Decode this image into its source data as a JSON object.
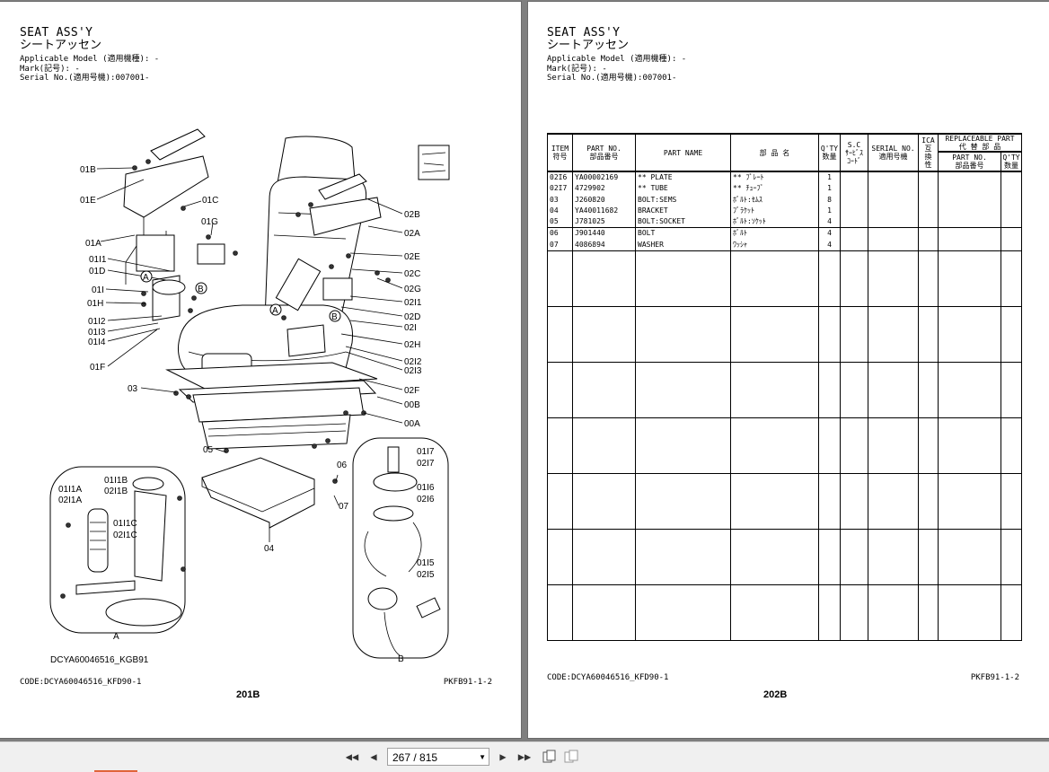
{
  "left_page": {
    "title_en": "SEAT ASS'Y",
    "title_jp": "シートアッセン",
    "model_line": "Applicable Model (適用機種): -",
    "mark_line": "Mark(記号): -",
    "serial_line": "Serial No.(適用号機):007001-",
    "drawing_code": "DCYA60046516_KGB91",
    "code": "CODE:DCYA60046516_KFD90-1",
    "pk_code": "PKFB91-1-2",
    "page_number": "201B",
    "callouts": [
      "01B",
      "01E",
      "01C",
      "01G",
      "01A",
      "01I1",
      "01D",
      "01I",
      "01H",
      "01I2",
      "01I3",
      "01I4",
      "01F",
      "03",
      "02B",
      "02A",
      "02E",
      "02C",
      "02G",
      "02I1",
      "02D",
      "02I",
      "02H",
      "02I2",
      "02I3",
      "02F",
      "00B",
      "00A",
      "05",
      "06",
      "07",
      "04",
      "01I1B",
      "02I1B",
      "01I1A",
      "02I1A",
      "01I1C",
      "02I1C",
      "01I7",
      "02I7",
      "01I6",
      "02I6",
      "01I5",
      "02I5",
      "A",
      "B",
      "A",
      "B",
      "A",
      "B"
    ]
  },
  "right_page": {
    "title_en": "SEAT ASS'Y",
    "title_jp": "シートアッセン",
    "model_line": "Applicable Model (適用機種): -",
    "mark_line": "Mark(記号): -",
    "serial_line": "Serial No.(適用号機):007001-",
    "code": "CODE:DCYA60046516_KFD90-1",
    "pk_code": "PKFB91-1-2",
    "page_number": "202B",
    "headers": {
      "item_en": "ITEM",
      "item_jp": "符号",
      "partno_en": "PART NO.",
      "partno_jp": "部品番号",
      "partname": "PART NAME",
      "jpname": "部 品 名",
      "qty_en": "Q'TY",
      "qty_jp": "数量",
      "sc_1": "S.C",
      "sc_2": "ｻｰﾋﾞｽ",
      "sc_3": "ｺｰﾄﾞ",
      "serial_en": "SERIAL NO.",
      "serial_jp": "適用号機",
      "ica_1": "ICA",
      "ica_2": "互",
      "ica_3": "換",
      "ica_4": "性",
      "repl_en": "REPLACEABLE PART",
      "repl_jp": "代 替 部 品",
      "repl_partno_en": "PART NO.",
      "repl_partno_jp": "部品番号",
      "repl_qty_en": "Q'TY",
      "repl_qty_jp": "数量"
    },
    "rows": [
      {
        "item": "02I6",
        "part_no": "YA00002169",
        "name": "** PLATE",
        "jp": "** ﾌﾟﾚｰﾄ",
        "qty": "1"
      },
      {
        "item": "02I7",
        "part_no": "4729902",
        "name": "** TUBE",
        "jp": "** ﾁｭｰﾌﾞ",
        "qty": "1"
      },
      {
        "item": "03",
        "part_no": "J260820",
        "name": "BOLT:SEMS",
        "jp": "ﾎﾞﾙﾄ:ｾﾑｽ",
        "qty": "8"
      },
      {
        "item": "04",
        "part_no": "YA40011682",
        "name": "BRACKET",
        "jp": "ﾌﾞﾗｹｯﾄ",
        "qty": "1"
      },
      {
        "item": "05",
        "part_no": "J781025",
        "name": "BOLT:SOCKET",
        "jp": "ﾎﾞﾙﾄ:ｿｹｯﾄ",
        "qty": "4"
      },
      {
        "item": "06",
        "part_no": "J901440",
        "name": "BOLT",
        "jp": "ﾎﾞﾙﾄ",
        "qty": "4"
      },
      {
        "item": "07",
        "part_no": "4086894",
        "name": "WASHER",
        "jp": "ﾜｯｼｬ",
        "qty": "4"
      }
    ]
  },
  "toolbar": {
    "first_icon": "first-page-icon",
    "prev_icon": "previous-page-icon",
    "page_indicator": "267 / 815",
    "next_icon": "next-page-icon",
    "last_icon": "last-page-icon",
    "single_view_icon": "single-page-view-icon",
    "double_view_icon": "double-page-view-icon"
  }
}
